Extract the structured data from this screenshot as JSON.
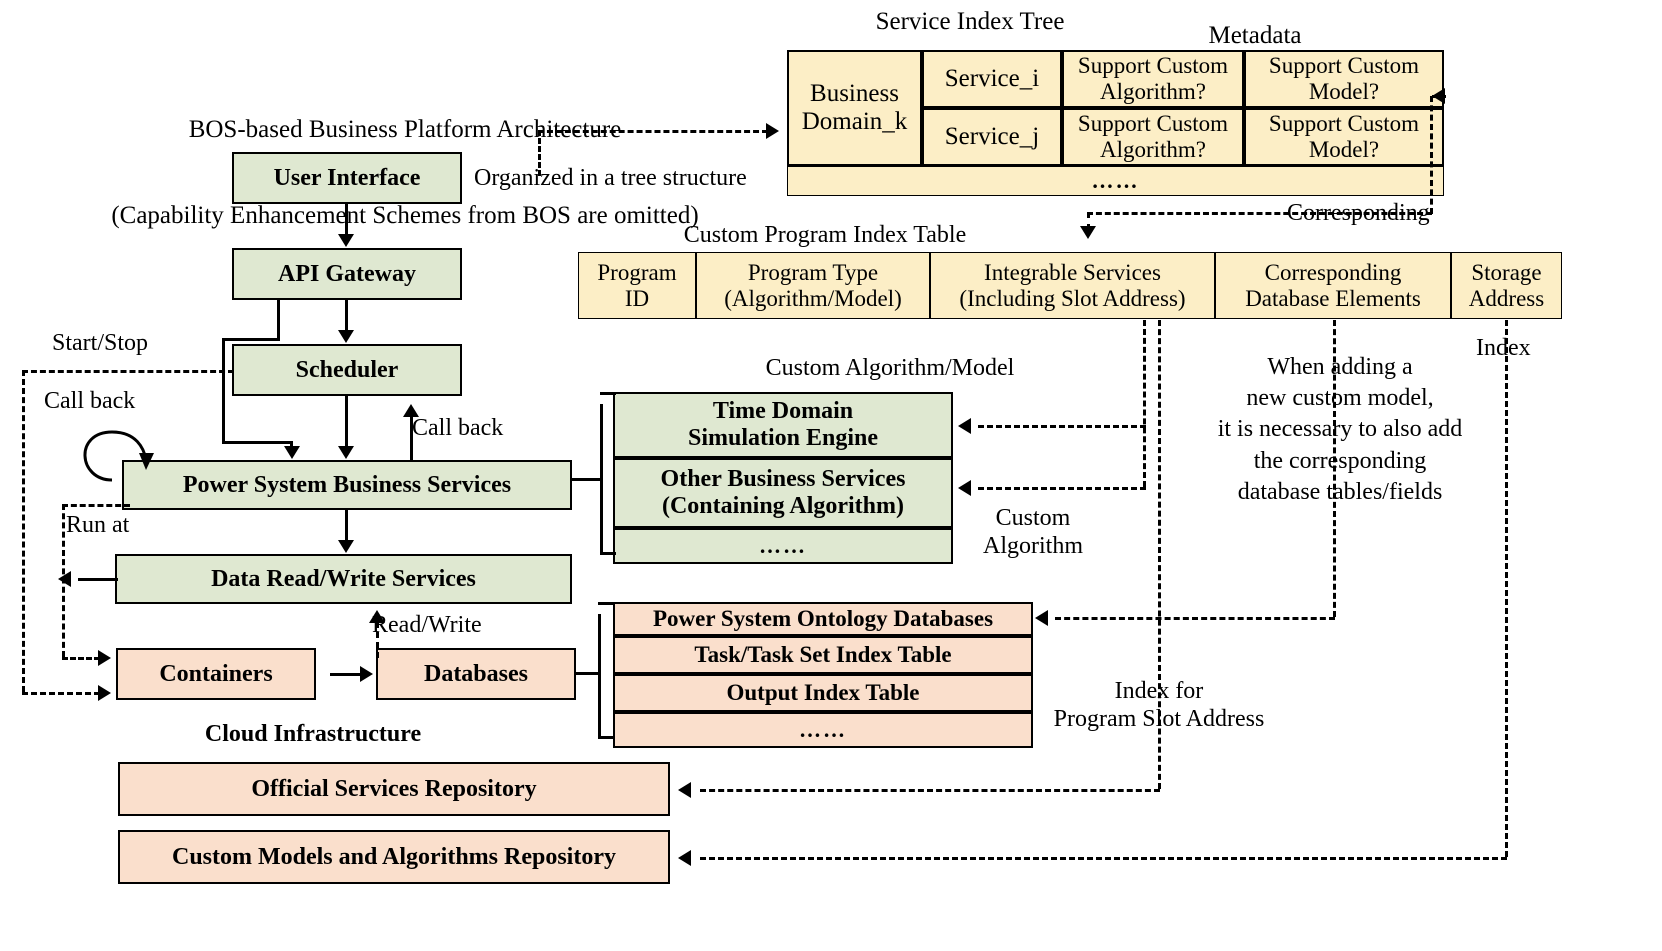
{
  "titles": {
    "architecture_line1": "BOS-based Business Platform Architecture",
    "architecture_line2": "(Capability Enhancement Schemes from BOS are omitted)",
    "service_index_tree": "Service Index Tree",
    "metadata": "Metadata",
    "custom_program_index_table": "Custom Program Index Table",
    "custom_algorithm_model": "Custom Algorithm/Model",
    "cloud_infrastructure": "Cloud Infrastructure"
  },
  "platform_boxes": {
    "user_interface": "User Interface",
    "api_gateway": "API Gateway",
    "scheduler": "Scheduler",
    "power_system_business_services": "Power System Business Services",
    "data_read_write_services": "Data Read/Write Services",
    "containers": "Containers",
    "databases": "Databases",
    "official_services_repository": "Official Services Repository",
    "custom_models_repository": "Custom Models and Algorithms Repository"
  },
  "custom_algorithm_stack": [
    "Time Domain\nSimulation Engine",
    "Other Business Services\n(Containing Algorithm)",
    "……"
  ],
  "database_stack": [
    "Power System Ontology Databases",
    "Task/Task Set Index Table",
    "Output Index Table",
    "……"
  ],
  "service_index_tree": {
    "domain_cell": "Business\nDomain_k",
    "rows": [
      {
        "service": "Service_i",
        "algorithm": "Support Custom\nAlgorithm?",
        "model": "Support Custom\nModel?"
      },
      {
        "service": "Service_j",
        "algorithm": "Support Custom\nAlgorithm?",
        "model": "Support Custom\nModel?"
      }
    ],
    "footer": "……"
  },
  "custom_program_index_table": {
    "columns": [
      "Program\nID",
      "Program Type\n(Algorithm/Model)",
      "Integrable Services\n(Including Slot Address)",
      "Corresponding\nDatabase Elements",
      "Storage\nAddress"
    ]
  },
  "edge_labels": {
    "organized_tree": "Organized in a tree structure",
    "start_stop": "Start/Stop",
    "call_back_left": "Call back",
    "call_back_right": "Call back",
    "run_at": "Run at",
    "read_write": "Read/Write",
    "custom_algorithm": "Custom\nAlgorithm",
    "corresponding": "Corresponding",
    "index": "Index",
    "index_for_slot": "Index for\nProgram Slot Address",
    "new_model_note": "When adding a\nnew custom model,\nit is necessary to also add\nthe corresponding\ndatabase tables/fields"
  },
  "colors": {
    "green_fill": "#dfe8d1",
    "pink_fill": "#fadfcc",
    "tan_fill": "#fceec6",
    "stroke": "#000000"
  }
}
